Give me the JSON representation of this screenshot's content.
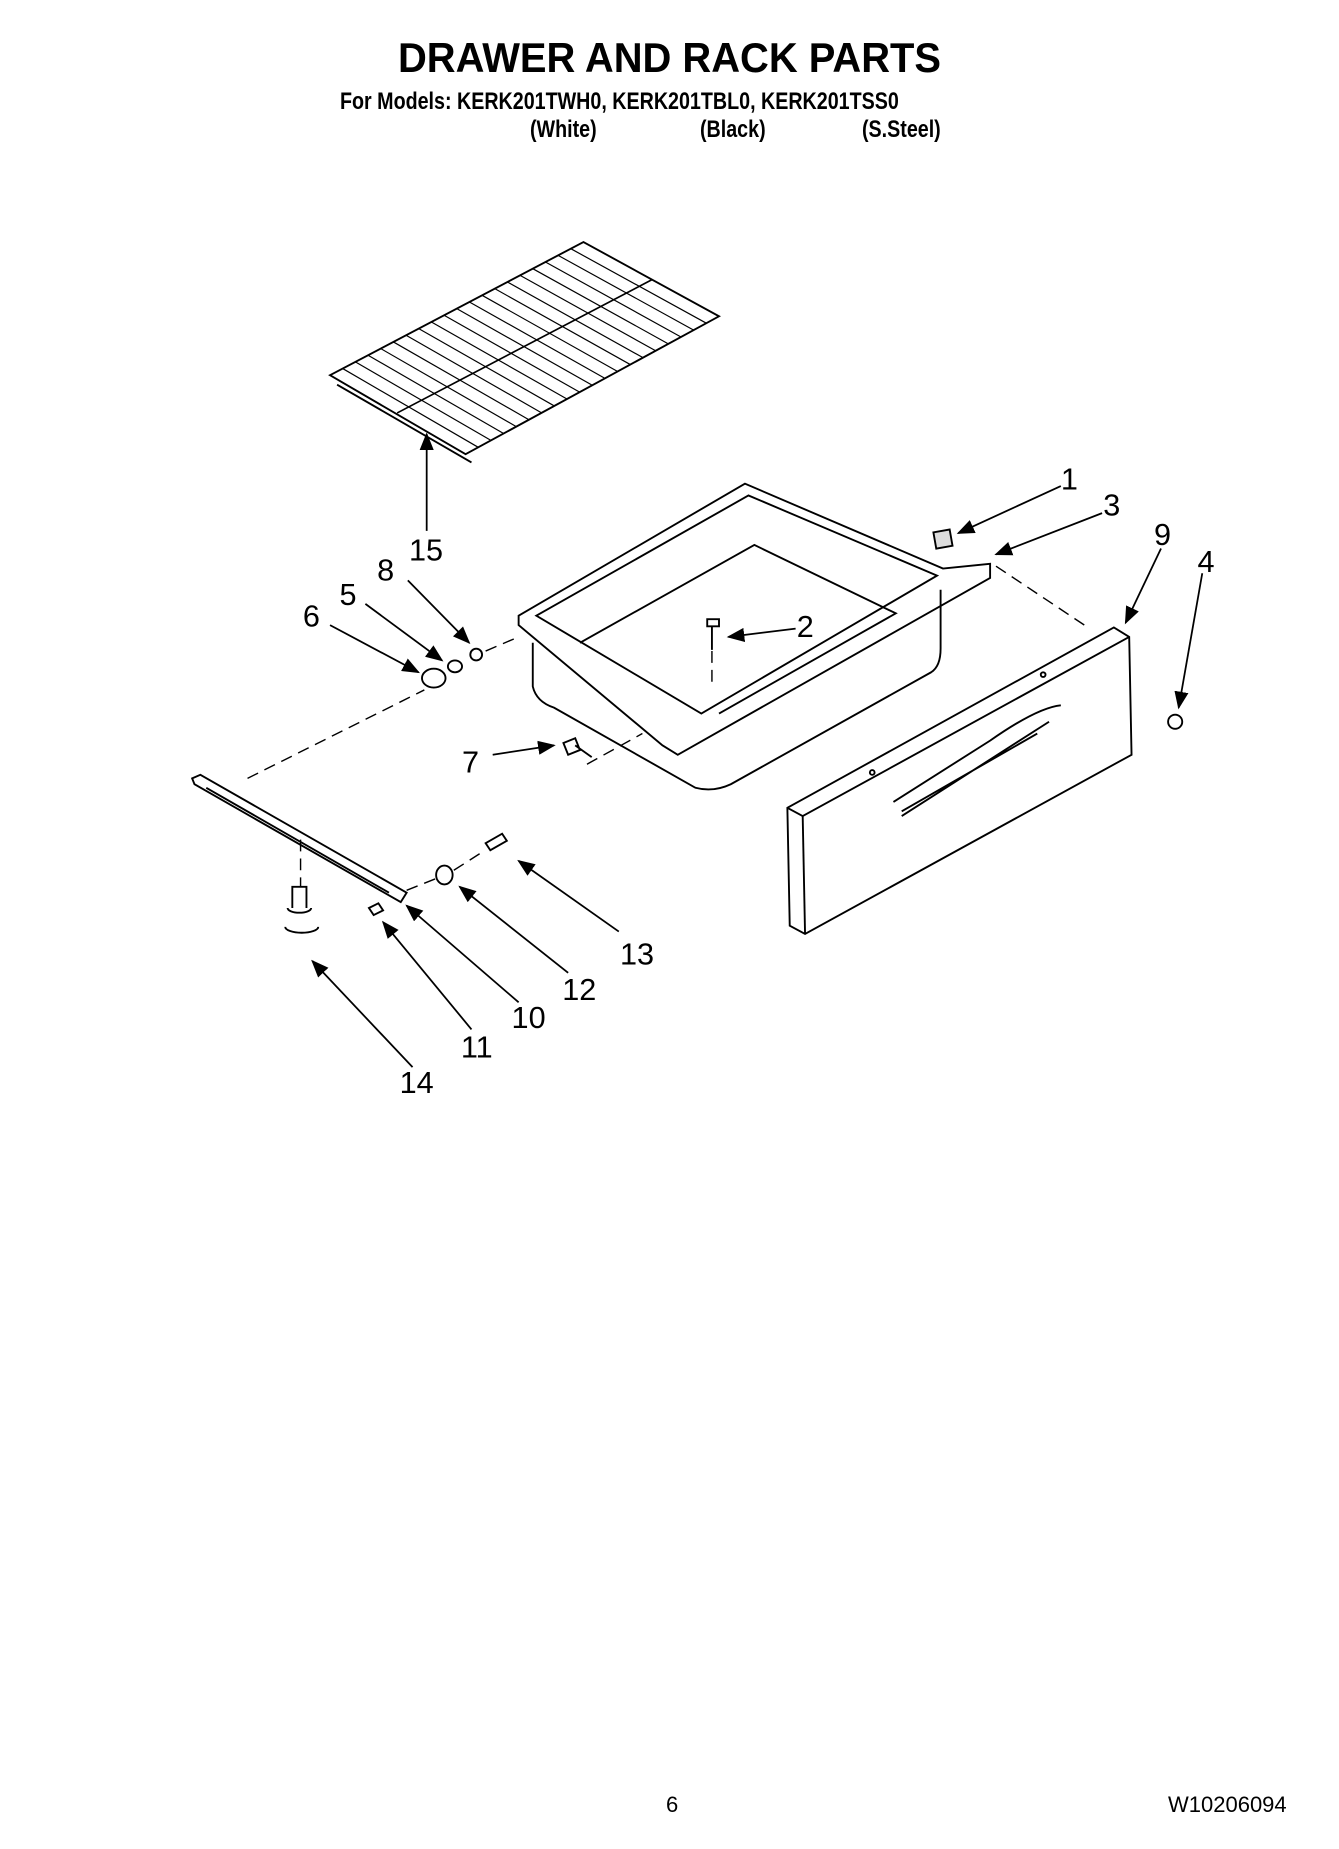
{
  "header": {
    "title": "DRAWER AND RACK PARTS",
    "models_line": "For Models: KERK201TWH0, KERK201TBL0, KERK201TSS0",
    "colors": [
      "(White)",
      "(Black)",
      "(S.Steel)"
    ]
  },
  "callouts": [
    "1",
    "2",
    "3",
    "4",
    "5",
    "6",
    "7",
    "8",
    "9",
    "10",
    "11",
    "12",
    "13",
    "14",
    "15"
  ],
  "footer": {
    "page_number": "6",
    "document_number": "W10206094"
  }
}
